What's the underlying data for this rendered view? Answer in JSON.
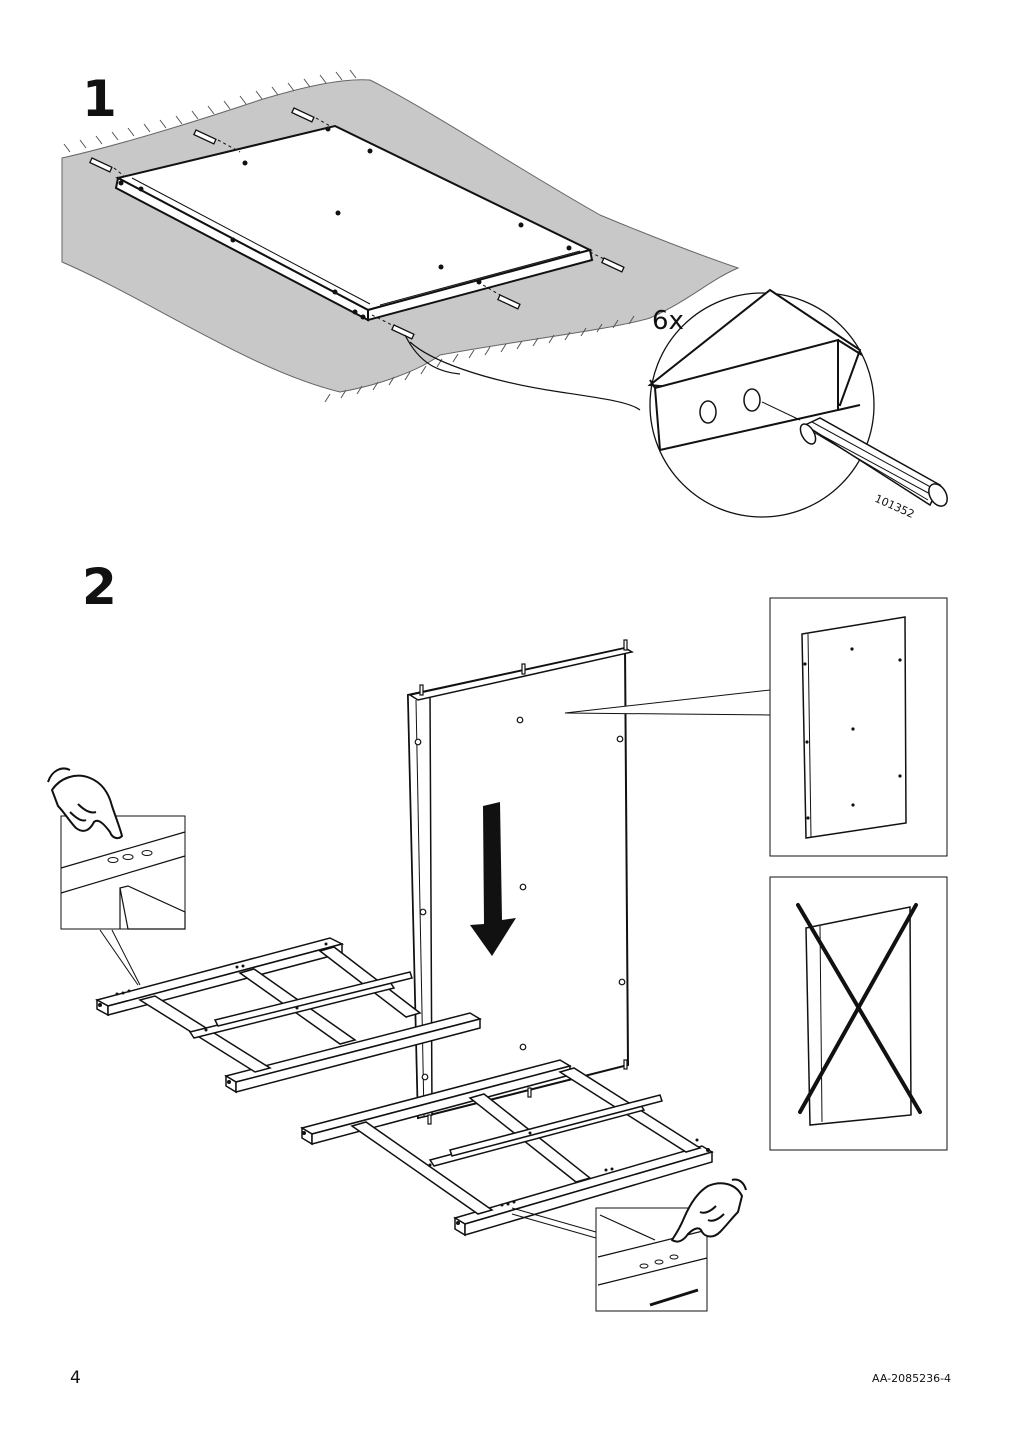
{
  "steps": [
    {
      "number": "1",
      "quantity": "6x",
      "part_number": "101352"
    },
    {
      "number": "2"
    }
  ],
  "footer": {
    "page_number": "4",
    "doc_code": "AA-2085236-4"
  }
}
